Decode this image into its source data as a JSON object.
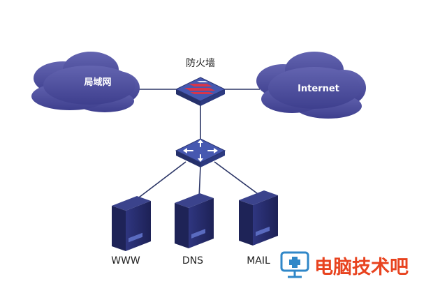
{
  "diagram": {
    "clouds": {
      "lan": "局域网",
      "internet": "Internet"
    },
    "firewall_label": "防火墙",
    "servers": {
      "www": "WWW",
      "dns": "DNS",
      "mail": "MAIL"
    }
  },
  "watermark": {
    "text": "电脑技术吧"
  },
  "colors": {
    "cloud_fill": "#4d4f9c",
    "link_line": "#2b3566",
    "device_body": "#3d4ba0",
    "firewall_bar": "#d7354a",
    "server_body": "#262b6a",
    "watermark": "#e8431f"
  }
}
